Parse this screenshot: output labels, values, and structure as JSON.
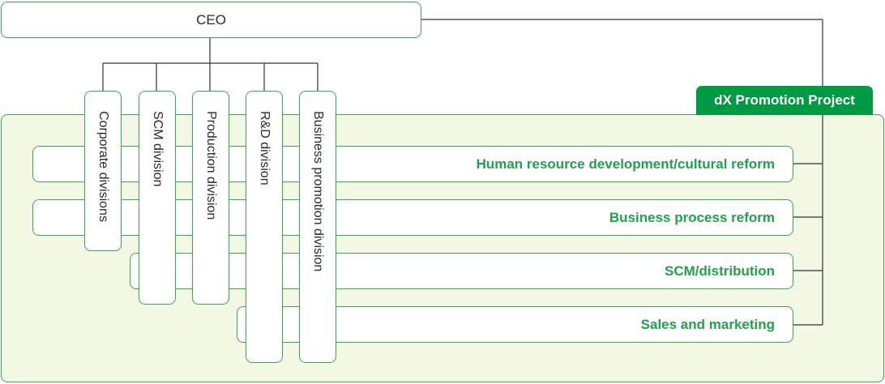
{
  "ceo": {
    "label": "CEO"
  },
  "project": {
    "label": "dX Promotion Project"
  },
  "divisions": [
    {
      "label": "Corporate divisions"
    },
    {
      "label": "SCM division"
    },
    {
      "label": "Production division"
    },
    {
      "label": "R&D division"
    },
    {
      "label": "Business promotion division"
    }
  ],
  "themes": [
    {
      "label": "Human resource development/cultural reform"
    },
    {
      "label": "Business process reform"
    },
    {
      "label": "SCM/distribution"
    },
    {
      "label": "Sales and marketing"
    }
  ],
  "colors": {
    "accent_green": "#009a44",
    "theme_text": "#22a24a",
    "border_green": "#3aa853",
    "panel_fill": "#f2f8e4",
    "connector": "#333333"
  }
}
